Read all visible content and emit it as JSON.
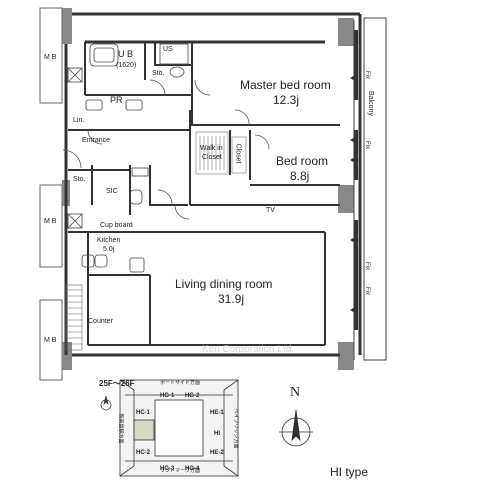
{
  "rooms": {
    "ub": {
      "name": "U B",
      "size": "(1620)"
    },
    "us": "US",
    "sto_top": "Sto.",
    "pr": "PR",
    "lin": "Lin.",
    "entrance": "Entrance",
    "sto_left": "Sto.",
    "sic": "SIC",
    "cup_board": "Cup board",
    "kitchen": {
      "name": "Kitchen",
      "size": "5.0j"
    },
    "counter": "Counter",
    "master": {
      "name": "Master bed room",
      "size": "12.3j"
    },
    "walkin": {
      "line1": "Walk in",
      "line2": "Closet"
    },
    "closet": "Closet",
    "bed": {
      "name": "Bed room",
      "size": "8.8j"
    },
    "living": {
      "name": "Living dining room",
      "size": "31.9j"
    },
    "tv": "TV",
    "balcony": "Balcony",
    "fix": "Fix",
    "mb": "M B"
  },
  "watermark": "Ken Corporation Ltd.",
  "key_plan": {
    "floors": "25F～26F",
    "top_label": "ポートサイド方面",
    "bottom_label": "ランドマーク方面",
    "left_label": "新高島駅方面",
    "right_label": "ベイブリッジ方面",
    "units": [
      "HG-1",
      "HG-2",
      "HC-1",
      "HE-1",
      "HI",
      "HC-2",
      "HE-2",
      "HG-3",
      "HG-4"
    ]
  },
  "compass": {
    "north": "N"
  },
  "type_label": "HI type"
}
